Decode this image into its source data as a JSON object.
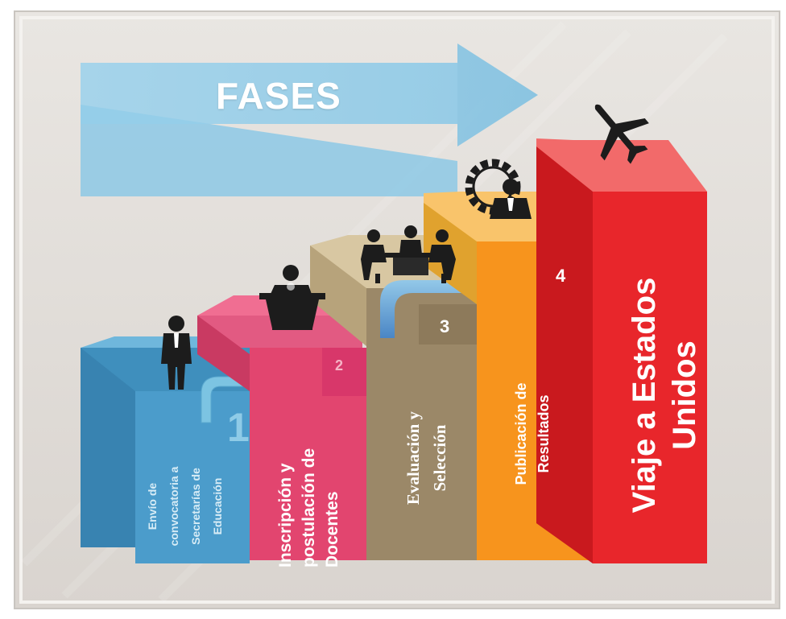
{
  "title": "FASES",
  "steps": [
    {
      "number": "1",
      "lines": [
        "Envío de",
        "convocatoria a",
        "Secretarías de",
        "Educación"
      ],
      "color": "#5aa8cf"
    },
    {
      "number": "2",
      "lines": [
        "Inscripción y",
        "postulación de",
        "Docentes"
      ],
      "color": "#e2456f"
    },
    {
      "number": "3",
      "lines": [
        "Evaluación y",
        "Selección"
      ],
      "color": "#9b8868"
    },
    {
      "number": "4",
      "lines": [
        "Publicación de",
        "Resultados"
      ],
      "color": "#f7941d"
    },
    {
      "number": "",
      "lines": [
        "Viaje a Estados",
        "Unidos"
      ],
      "color": "#e8262b"
    }
  ],
  "icons": [
    "person-icon",
    "podium-speaker-icon",
    "meeting-table-icon",
    "gear-person-icon",
    "airplane-icon"
  ]
}
